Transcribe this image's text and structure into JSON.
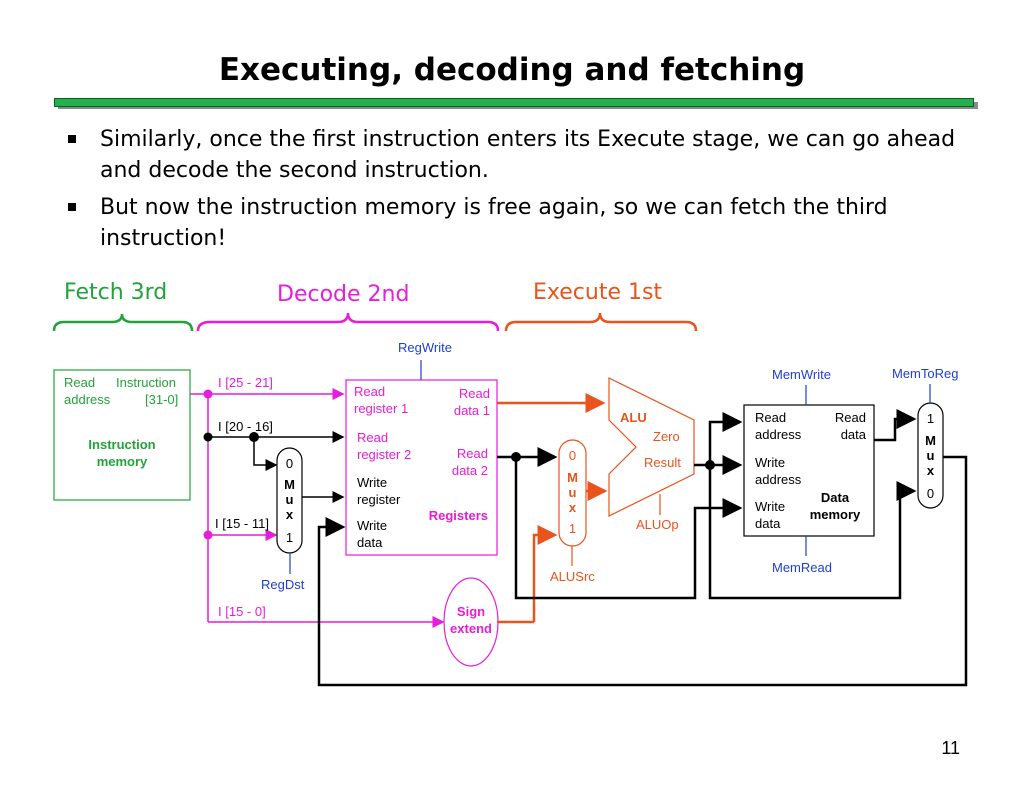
{
  "title": "Executing, decoding and fetching",
  "bullets": [
    "Similarly, once the first instruction enters its Execute stage, we can go ahead and decode the second instruction.",
    "But now the instruction memory is free again, so we can fetch the third instruction!"
  ],
  "stages": {
    "fetch": "Fetch 3rd",
    "decode": "Decode 2nd",
    "execute": "Execute 1st"
  },
  "instruction_memory": {
    "read": "Read",
    "address": "address",
    "instruction": "Instruction",
    "bits": "[31-0]",
    "name1": "Instruction",
    "name2": "memory"
  },
  "fields": {
    "rs": "I [25 - 21]",
    "rt": "I [20 - 16]",
    "rd": "I [15 - 11]",
    "imm": "I [15 - 0]"
  },
  "registers": {
    "rr1a": "Read",
    "rr1b": "register 1",
    "rr2a": "Read",
    "rr2b": "register 2",
    "wra": "Write",
    "wrb": "register",
    "wda": "Write",
    "wdb": "data",
    "rd1a": "Read",
    "rd1b": "data 1",
    "rd2a": "Read",
    "rd2b": "data 2",
    "name": "Registers"
  },
  "mux_regdst": {
    "top": "0",
    "m": "M",
    "u": "u",
    "x": "x",
    "bottom": "1"
  },
  "mux_alusrc": {
    "top": "0",
    "m": "M",
    "u": "u",
    "x": "x",
    "bottom": "1"
  },
  "mux_memtoreg": {
    "top": "1",
    "m": "M",
    "u": "u",
    "x": "x",
    "bottom": "0"
  },
  "alu": {
    "name": "ALU",
    "zero": "Zero",
    "result": "Result"
  },
  "data_memory": {
    "ra1": "Read",
    "ra2": "address",
    "rd1": "Read",
    "rd2": "data",
    "wa1": "Write",
    "wa2": "address",
    "wd1": "Write",
    "wd2": "data",
    "name1": "Data",
    "name2": "memory"
  },
  "sign_extend": {
    "line1": "Sign",
    "line2": "extend"
  },
  "control": {
    "regwrite": "RegWrite",
    "regdst": "RegDst",
    "alusrc": "ALUSrc",
    "aluop": "ALUOp",
    "memwrite": "MemWrite",
    "memread": "MemRead",
    "memtoreg": "MemToReg"
  },
  "page_number": "11",
  "colors": {
    "fetch": "#22a33a",
    "decode": "#e81cdb",
    "execute": "#e8541c",
    "control": "#1f3fd0",
    "black": "#000000"
  }
}
